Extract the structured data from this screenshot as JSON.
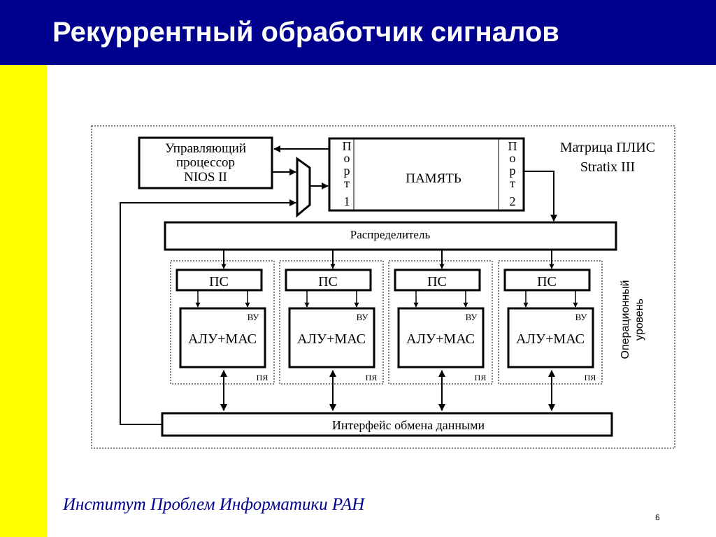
{
  "slide": {
    "title": "Рекуррентный обработчик сигналов",
    "footer": "Институт Проблем Информатики РАН",
    "page_number": "6"
  },
  "colors": {
    "title_bar": "#00008f",
    "side_bar": "#ffff00",
    "title_text": "#ffffff",
    "footer_text": "#00008f"
  },
  "diagram": {
    "fpga_label_line1": "Матрица ПЛИС",
    "fpga_label_line2": "Stratix III",
    "cpu_line1": "Управляющий",
    "cpu_line2": "процессор",
    "cpu_line3": "NIOS II",
    "memory_label": "ПАМЯТЬ",
    "port1_chars": [
      "П",
      "о",
      "р",
      "т",
      "1"
    ],
    "port2_chars": [
      "П",
      "о",
      "р",
      "т",
      "2"
    ],
    "distributor_label": "Распределитель",
    "interface_label": "Интерфейс обмена данными",
    "operational_level_line1": "Операционный",
    "operational_level_line2": "уровень",
    "units": [
      {
        "ps": "ПС",
        "vu": "ВУ",
        "alu": "АЛУ+МАС",
        "pya": "ПЯ"
      },
      {
        "ps": "ПС",
        "vu": "ВУ",
        "alu": "АЛУ+МАС",
        "pya": "ПЯ"
      },
      {
        "ps": "ПС",
        "vu": "ВУ",
        "alu": "АЛУ+МАС",
        "pya": "ПЯ"
      },
      {
        "ps": "ПС",
        "vu": "ВУ",
        "alu": "АЛУ+МАС",
        "pya": "ПЯ"
      }
    ]
  }
}
